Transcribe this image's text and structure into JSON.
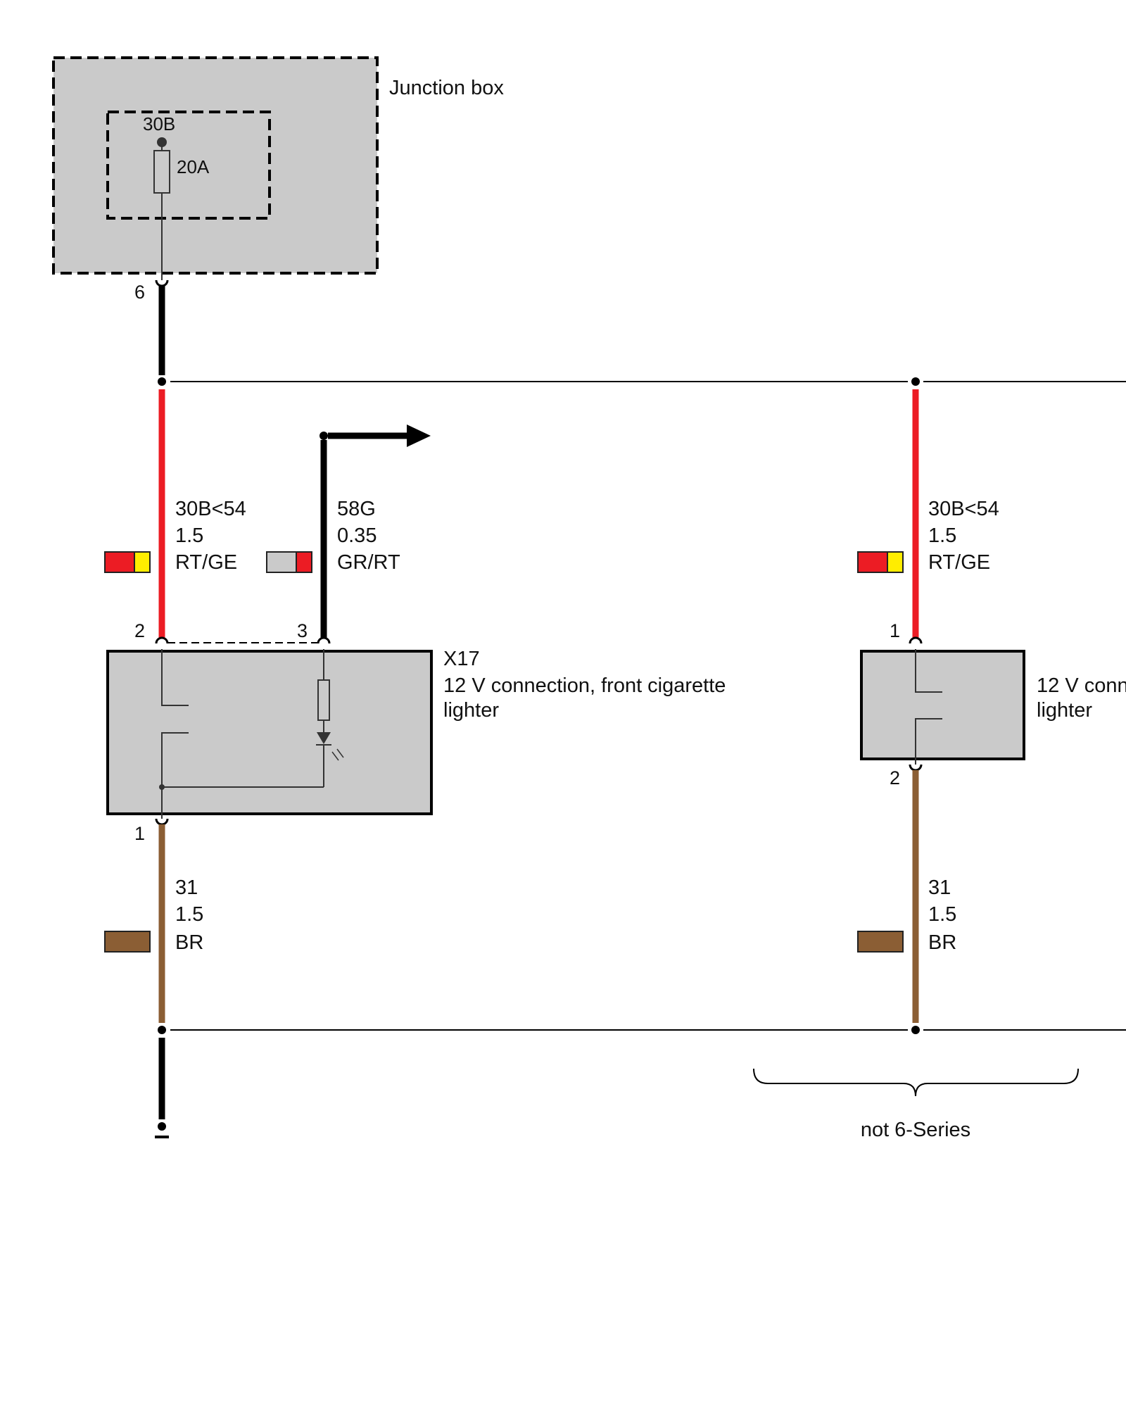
{
  "colors": {
    "red": "#ec1c24",
    "yellow": "#ffed00",
    "brown": "#8b5e34",
    "grey": "#cacaca",
    "black": "#000000"
  },
  "junction_box": {
    "label": "Junction box",
    "terminal": "30B",
    "fuse_rating": "20A",
    "pin": "6"
  },
  "wires": {
    "left_supply": {
      "circuit": "30B<54",
      "gauge": "1.5",
      "color_code": "RT/GE"
    },
    "signal": {
      "circuit": "58G",
      "gauge": "0.35",
      "color_code": "GR/RT"
    },
    "left_ground": {
      "circuit": "31",
      "gauge": "1.5",
      "color_code": "BR"
    },
    "right_supply": {
      "circuit": "30B<54",
      "gauge": "1.5",
      "color_code": "RT/GE"
    },
    "right_ground": {
      "circuit": "31",
      "gauge": "1.5",
      "color_code": "BR"
    }
  },
  "component_x17": {
    "id": "X17",
    "description_line1": "12 V connection, front cigarette",
    "description_line2": "lighter",
    "pin_supply": "2",
    "pin_signal": "3",
    "pin_ground": "1"
  },
  "component_right": {
    "description_line1": "12 V conn",
    "description_line2": "lighter",
    "pin_supply": "1",
    "pin_ground": "2"
  },
  "brace_label": "not 6-Series"
}
